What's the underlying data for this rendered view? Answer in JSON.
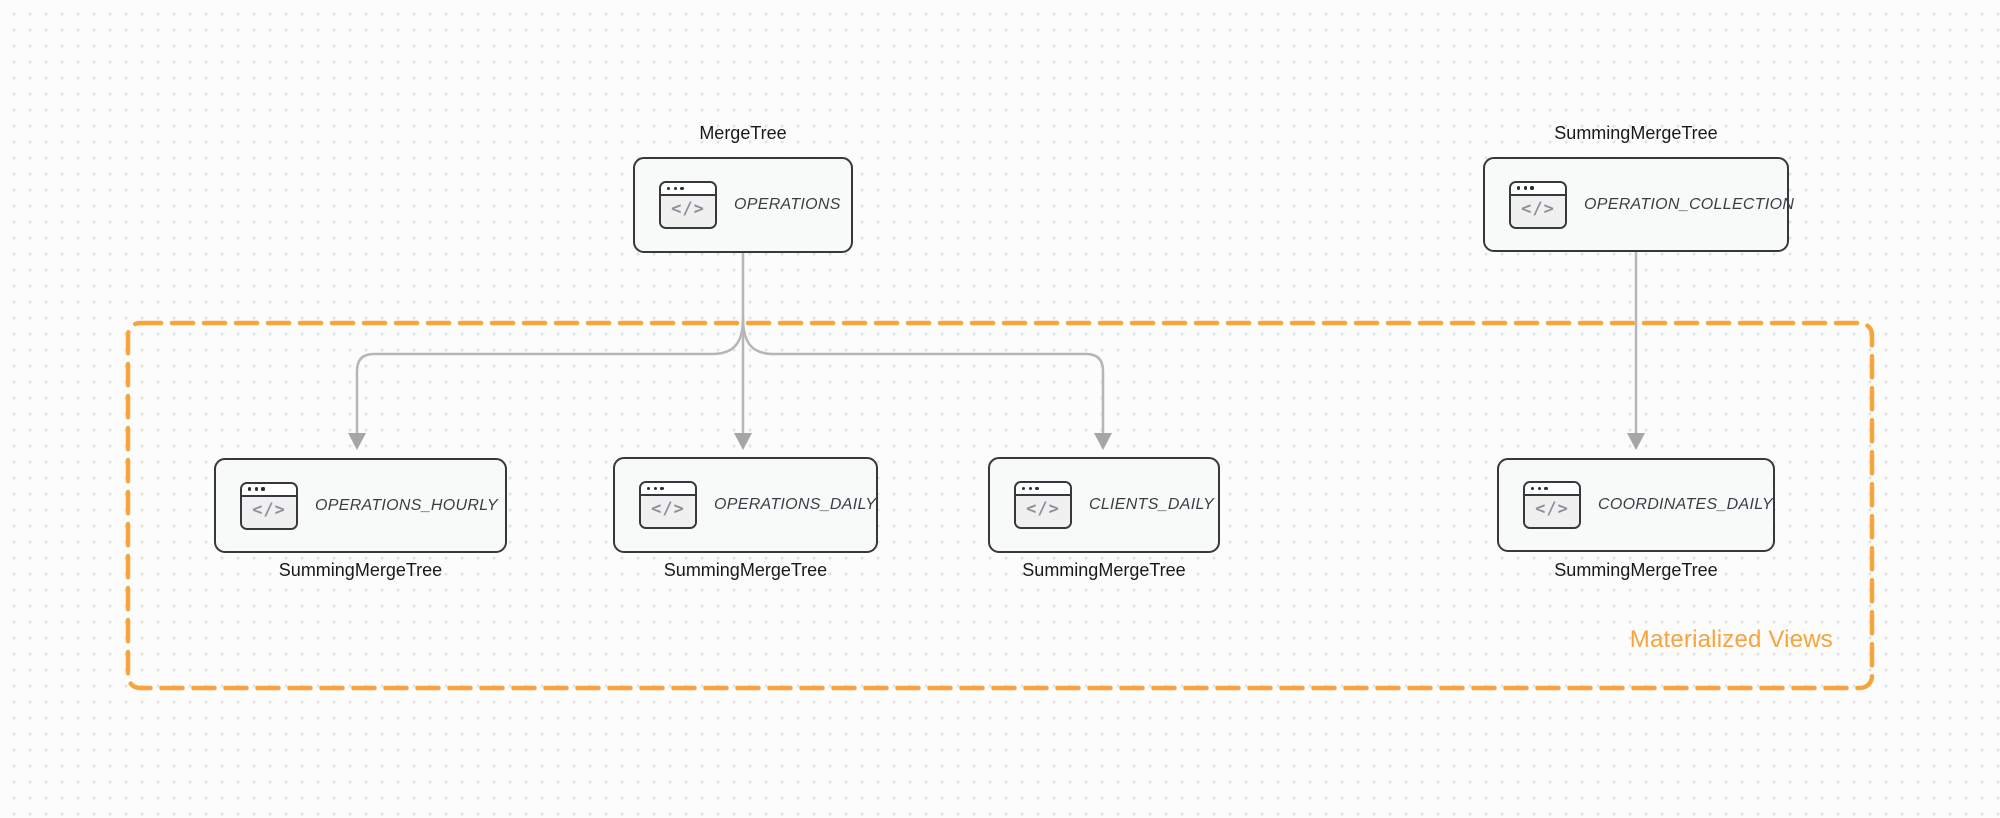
{
  "diagram": {
    "group_label": "Materialized Views",
    "icon_glyph": "</>",
    "nodes": [
      {
        "name": "OPERATIONS",
        "engine": "MergeTree"
      },
      {
        "name": "OPERATION_COLLECTION",
        "engine": "SummingMergeTree"
      },
      {
        "name": "OPERATIONS_HOURLY",
        "engine": "SummingMergeTree"
      },
      {
        "name": "OPERATIONS_DAILY",
        "engine": "SummingMergeTree"
      },
      {
        "name": "CLIENTS_DAILY",
        "engine": "SummingMergeTree"
      },
      {
        "name": "COORDINATES_DAILY",
        "engine": "SummingMergeTree"
      }
    ],
    "colors": {
      "accent_orange": "#F7A43C",
      "node_border": "#35393D",
      "node_fill": "#F8F9F9",
      "arrow_line": "#B6B6B6",
      "arrow_head": "#A6A6A6",
      "text": "#17191B"
    }
  }
}
